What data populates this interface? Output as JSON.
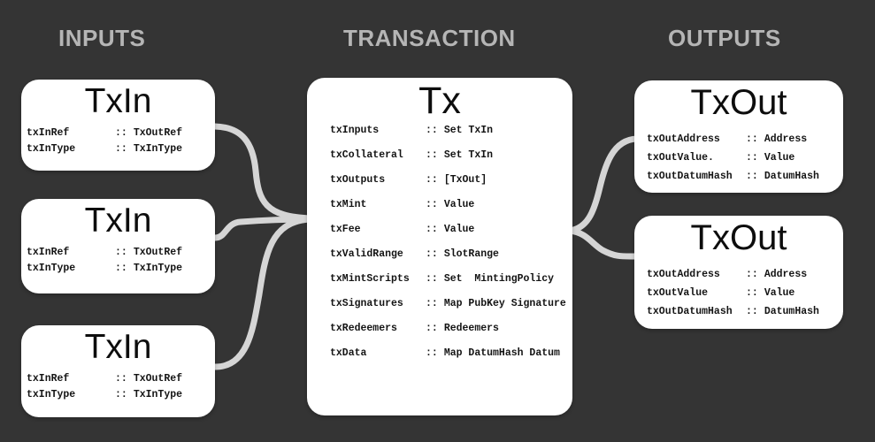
{
  "headers": {
    "inputs": "INPUTS",
    "transaction": "TRANSACTION",
    "outputs": "OUTPUTS"
  },
  "separator": "::",
  "colors": {
    "background": "#343434",
    "box": "#ffffff",
    "connector": "#d5d5d5",
    "header_text": "#b5b5b5",
    "text": "#141414"
  },
  "boxes": {
    "txin1": {
      "title": "TxIn",
      "rows": [
        {
          "name": "txInRef",
          "type": "TxOutRef"
        },
        {
          "name": "txInType",
          "type": "TxInType"
        }
      ]
    },
    "txin2": {
      "title": "TxIn",
      "rows": [
        {
          "name": "txInRef",
          "type": "TxOutRef"
        },
        {
          "name": "txInType",
          "type": "TxInType"
        }
      ]
    },
    "txin3": {
      "title": "TxIn",
      "rows": [
        {
          "name": "txInRef",
          "type": "TxOutRef"
        },
        {
          "name": "txInType",
          "type": "TxInType"
        }
      ]
    },
    "tx": {
      "title": "Tx",
      "rows": [
        {
          "name": "txInputs",
          "type": "Set TxIn"
        },
        {
          "name": "txCollateral",
          "type": "Set TxIn"
        },
        {
          "name": "txOutputs",
          "type": "[TxOut]"
        },
        {
          "name": "txMint",
          "type": "Value"
        },
        {
          "name": "txFee",
          "type": "Value"
        },
        {
          "name": "txValidRange",
          "type": "SlotRange"
        },
        {
          "name": "txMintScripts",
          "type": "Set  MintingPolicy"
        },
        {
          "name": "txSignatures",
          "type": "Map PubKey Signature"
        },
        {
          "name": "txRedeemers",
          "type": "Redeemers"
        },
        {
          "name": "txData",
          "type": "Map DatumHash Datum"
        }
      ]
    },
    "txout1": {
      "title": "TxOut",
      "rows": [
        {
          "name": "txOutAddress",
          "type": "Address"
        },
        {
          "name": "txOutValue.",
          "type": "Value"
        },
        {
          "name": "txOutDatumHash",
          "type": "DatumHash"
        }
      ]
    },
    "txout2": {
      "title": "TxOut",
      "rows": [
        {
          "name": "txOutAddress",
          "type": "Address"
        },
        {
          "name": "txOutValue",
          "type": "Value"
        },
        {
          "name": "txOutDatumHash",
          "type": "DatumHash"
        }
      ]
    }
  }
}
